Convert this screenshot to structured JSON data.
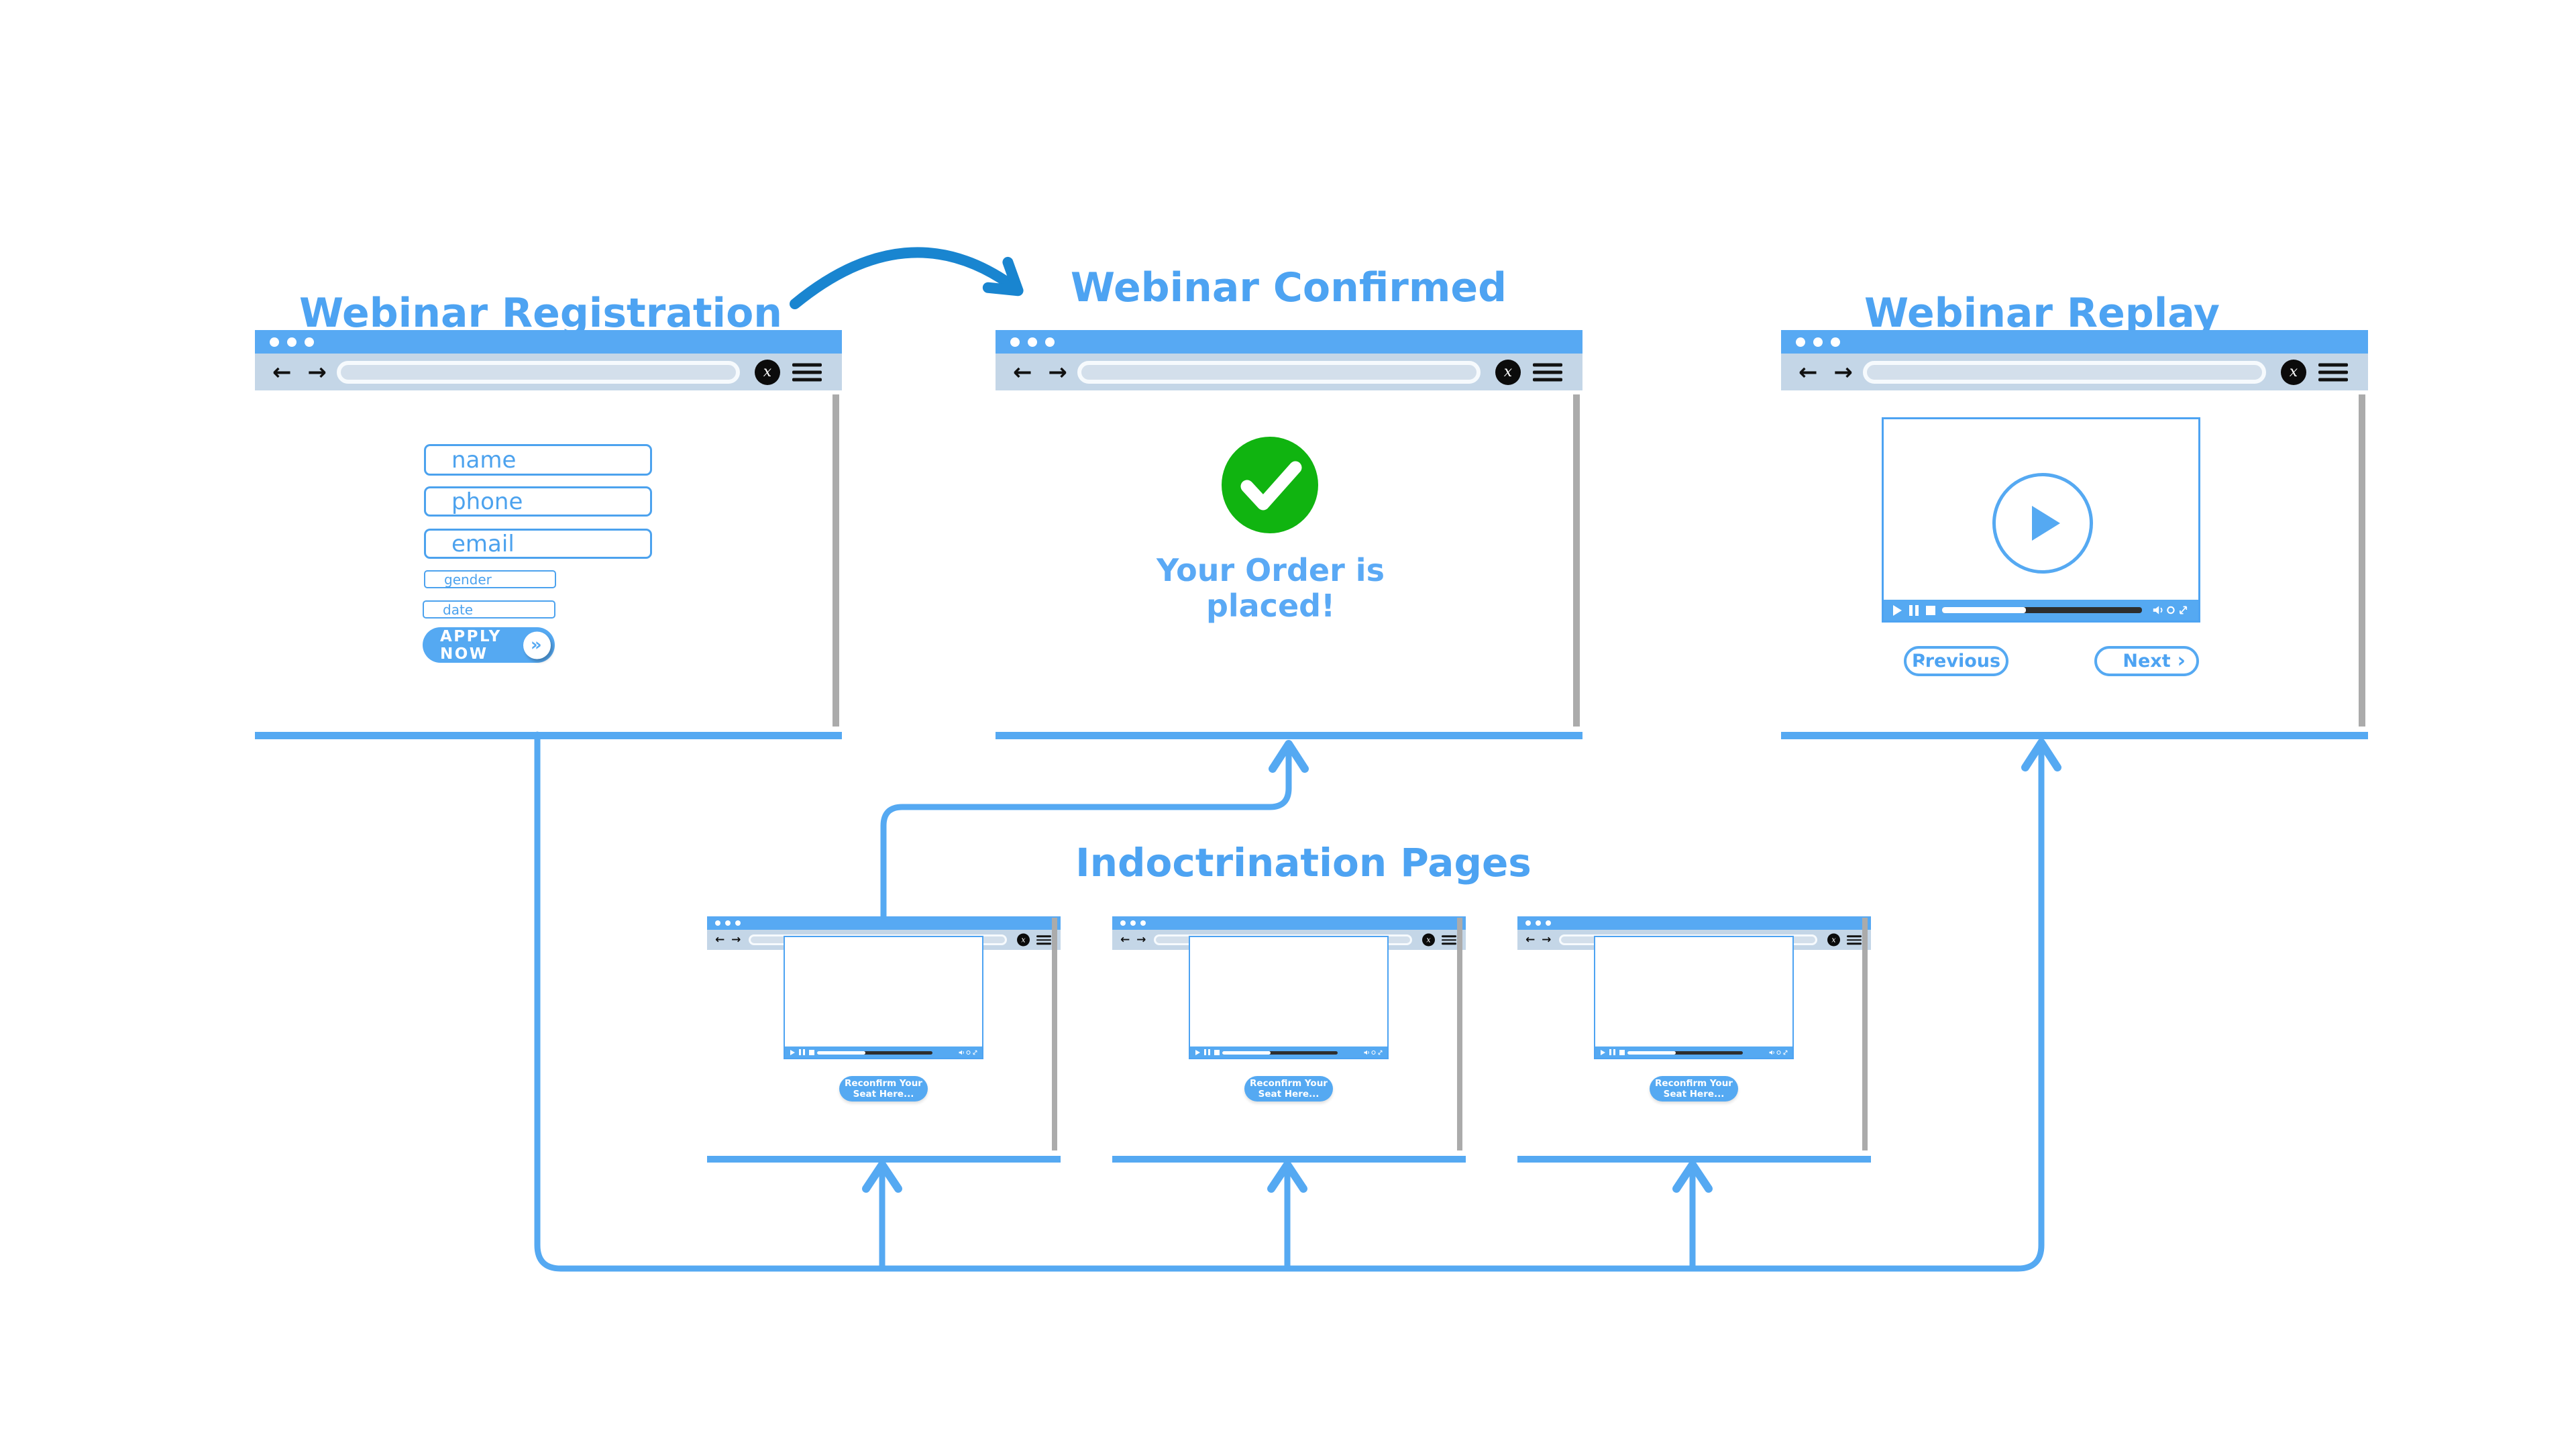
{
  "titles": {
    "registration": "Webinar Registration",
    "confirmed": "Webinar Confirmed",
    "replay": "Webinar Replay",
    "indoctrination": "Indoctrination Pages"
  },
  "colors": {
    "primary_blue": "#55A9F2",
    "title_blue": "#4DA3F2",
    "chrome_top_bar": "#57A9F3",
    "chrome_toolbar": "#C4D6E7",
    "field_blue": "#4CA2EE",
    "flow_arrow_dark_blue": "#1985D0",
    "success_green": "#10B410",
    "progress_dark": "#2E2E2E",
    "scrollbar_gray": "#ABABAB"
  },
  "registration": {
    "fields": [
      {
        "placeholder": "name"
      },
      {
        "placeholder": "phone"
      },
      {
        "placeholder": "email"
      },
      {
        "placeholder": "gender"
      },
      {
        "placeholder": "date"
      }
    ],
    "apply_button": "APPLY NOW"
  },
  "confirmed": {
    "message_line1": "Your Order is",
    "message_line2": "placed!"
  },
  "replay": {
    "previous_button": "Previous",
    "next_button": "Next"
  },
  "indoctrination": {
    "reconfirm_line1": "Reconfirm Your",
    "reconfirm_line2": "Seat Here..."
  },
  "icons": {
    "close": "x",
    "back": "←",
    "forward": "→",
    "double_chevron_right": "»",
    "chevron_left": "‹",
    "chevron_right": "›"
  }
}
